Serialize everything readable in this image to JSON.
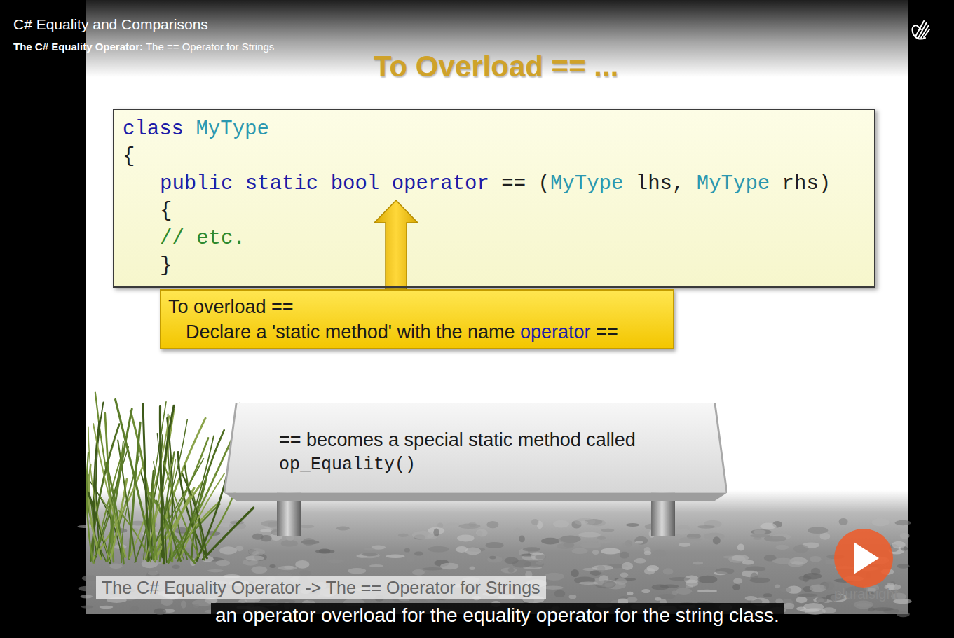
{
  "diagram": {
    "title": "To Overload == ...",
    "caption": "an operator overload for the equality operator for the string class.",
    "nodes": [
      {
        "text": [
          "class MyType",
          "{",
          "public static bool operator == (MyType lhs, MyType rhs)",
          "{",
          "// etc.",
          "}"
        ]
      },
      {
        "text": [
          "To overload ==",
          "Declare a 'static method' with the name operator =="
        ]
      },
      {
        "text": [
          "== becomes a special static method called",
          "op_Equality()"
        ]
      }
    ],
    "edges": [
      {
        "from": 1,
        "to": 0,
        "arrow": "to"
      }
    ],
    "labels": [
      "C# Equality and Comparisons",
      "The C# Equality Operator: The == Operator for Strings",
      "The C# Equality Operator -> The == Operator for Strings",
      "pluralsight"
    ]
  }
}
